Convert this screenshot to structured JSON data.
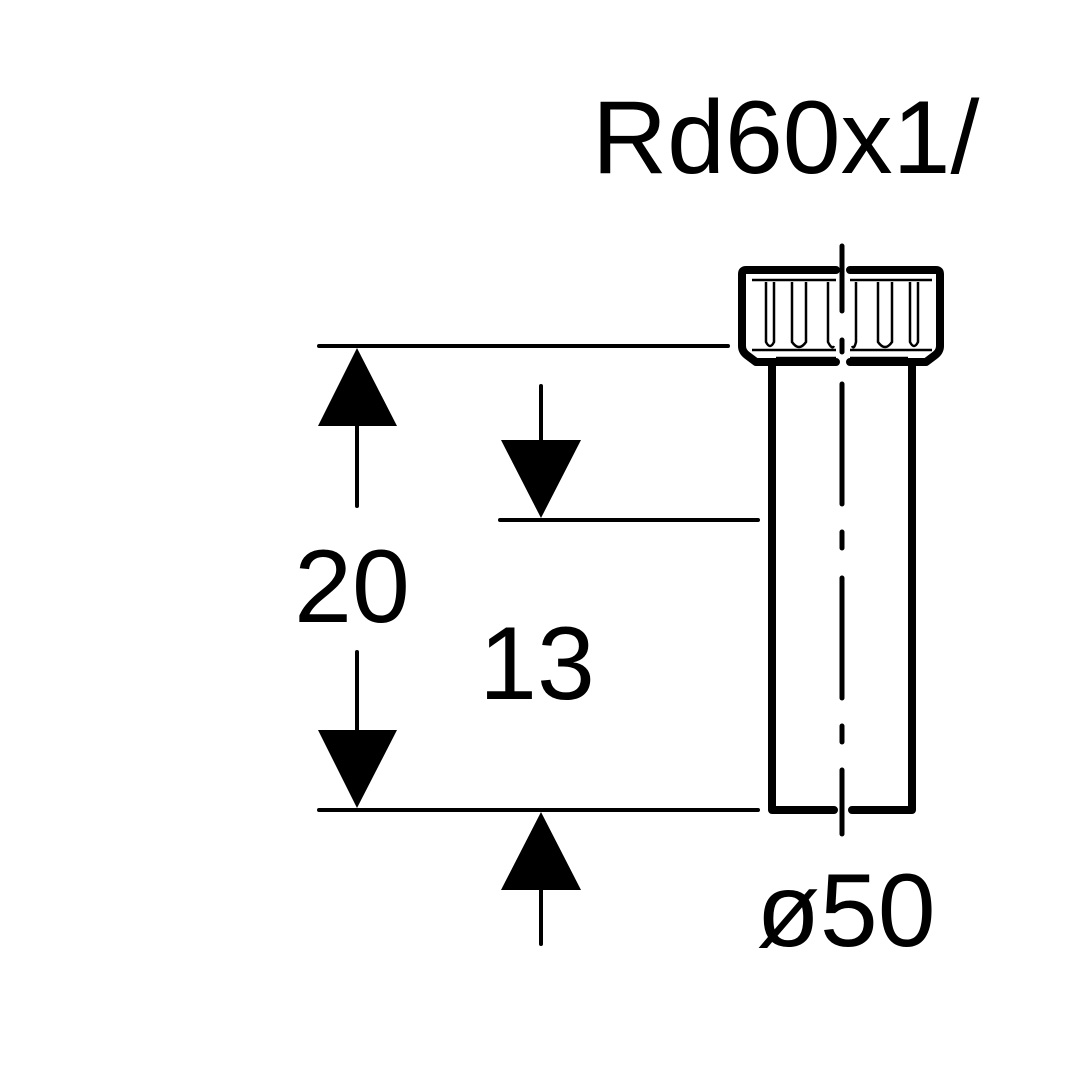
{
  "drawing": {
    "type": "technical dimension drawing",
    "subject": "pipe extension with threaded nut",
    "thread_label": "Rd60x1/",
    "dimensions": {
      "overall_height": "20",
      "insertion_depth": "13",
      "pipe_diameter": "ø50"
    },
    "colors": {
      "ink": "#000000",
      "background": "#ffffff"
    }
  }
}
